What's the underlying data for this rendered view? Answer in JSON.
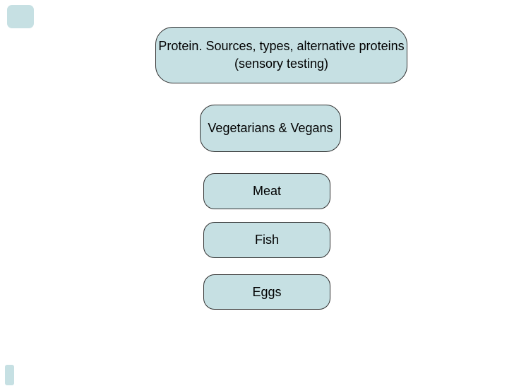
{
  "slide": {
    "colors": {
      "background": "#ffffff",
      "box_fill": "#c6e0e3",
      "box_border": "#303030",
      "text": "#000000"
    },
    "title_box": {
      "line1": "Protein. Sources, types, alternative proteins",
      "line2": "(sensory testing)"
    },
    "category_boxes": [
      {
        "label": "Vegetarians & Vegans"
      },
      {
        "label": "Meat"
      },
      {
        "label": "Fish"
      },
      {
        "label": "Eggs"
      }
    ]
  }
}
